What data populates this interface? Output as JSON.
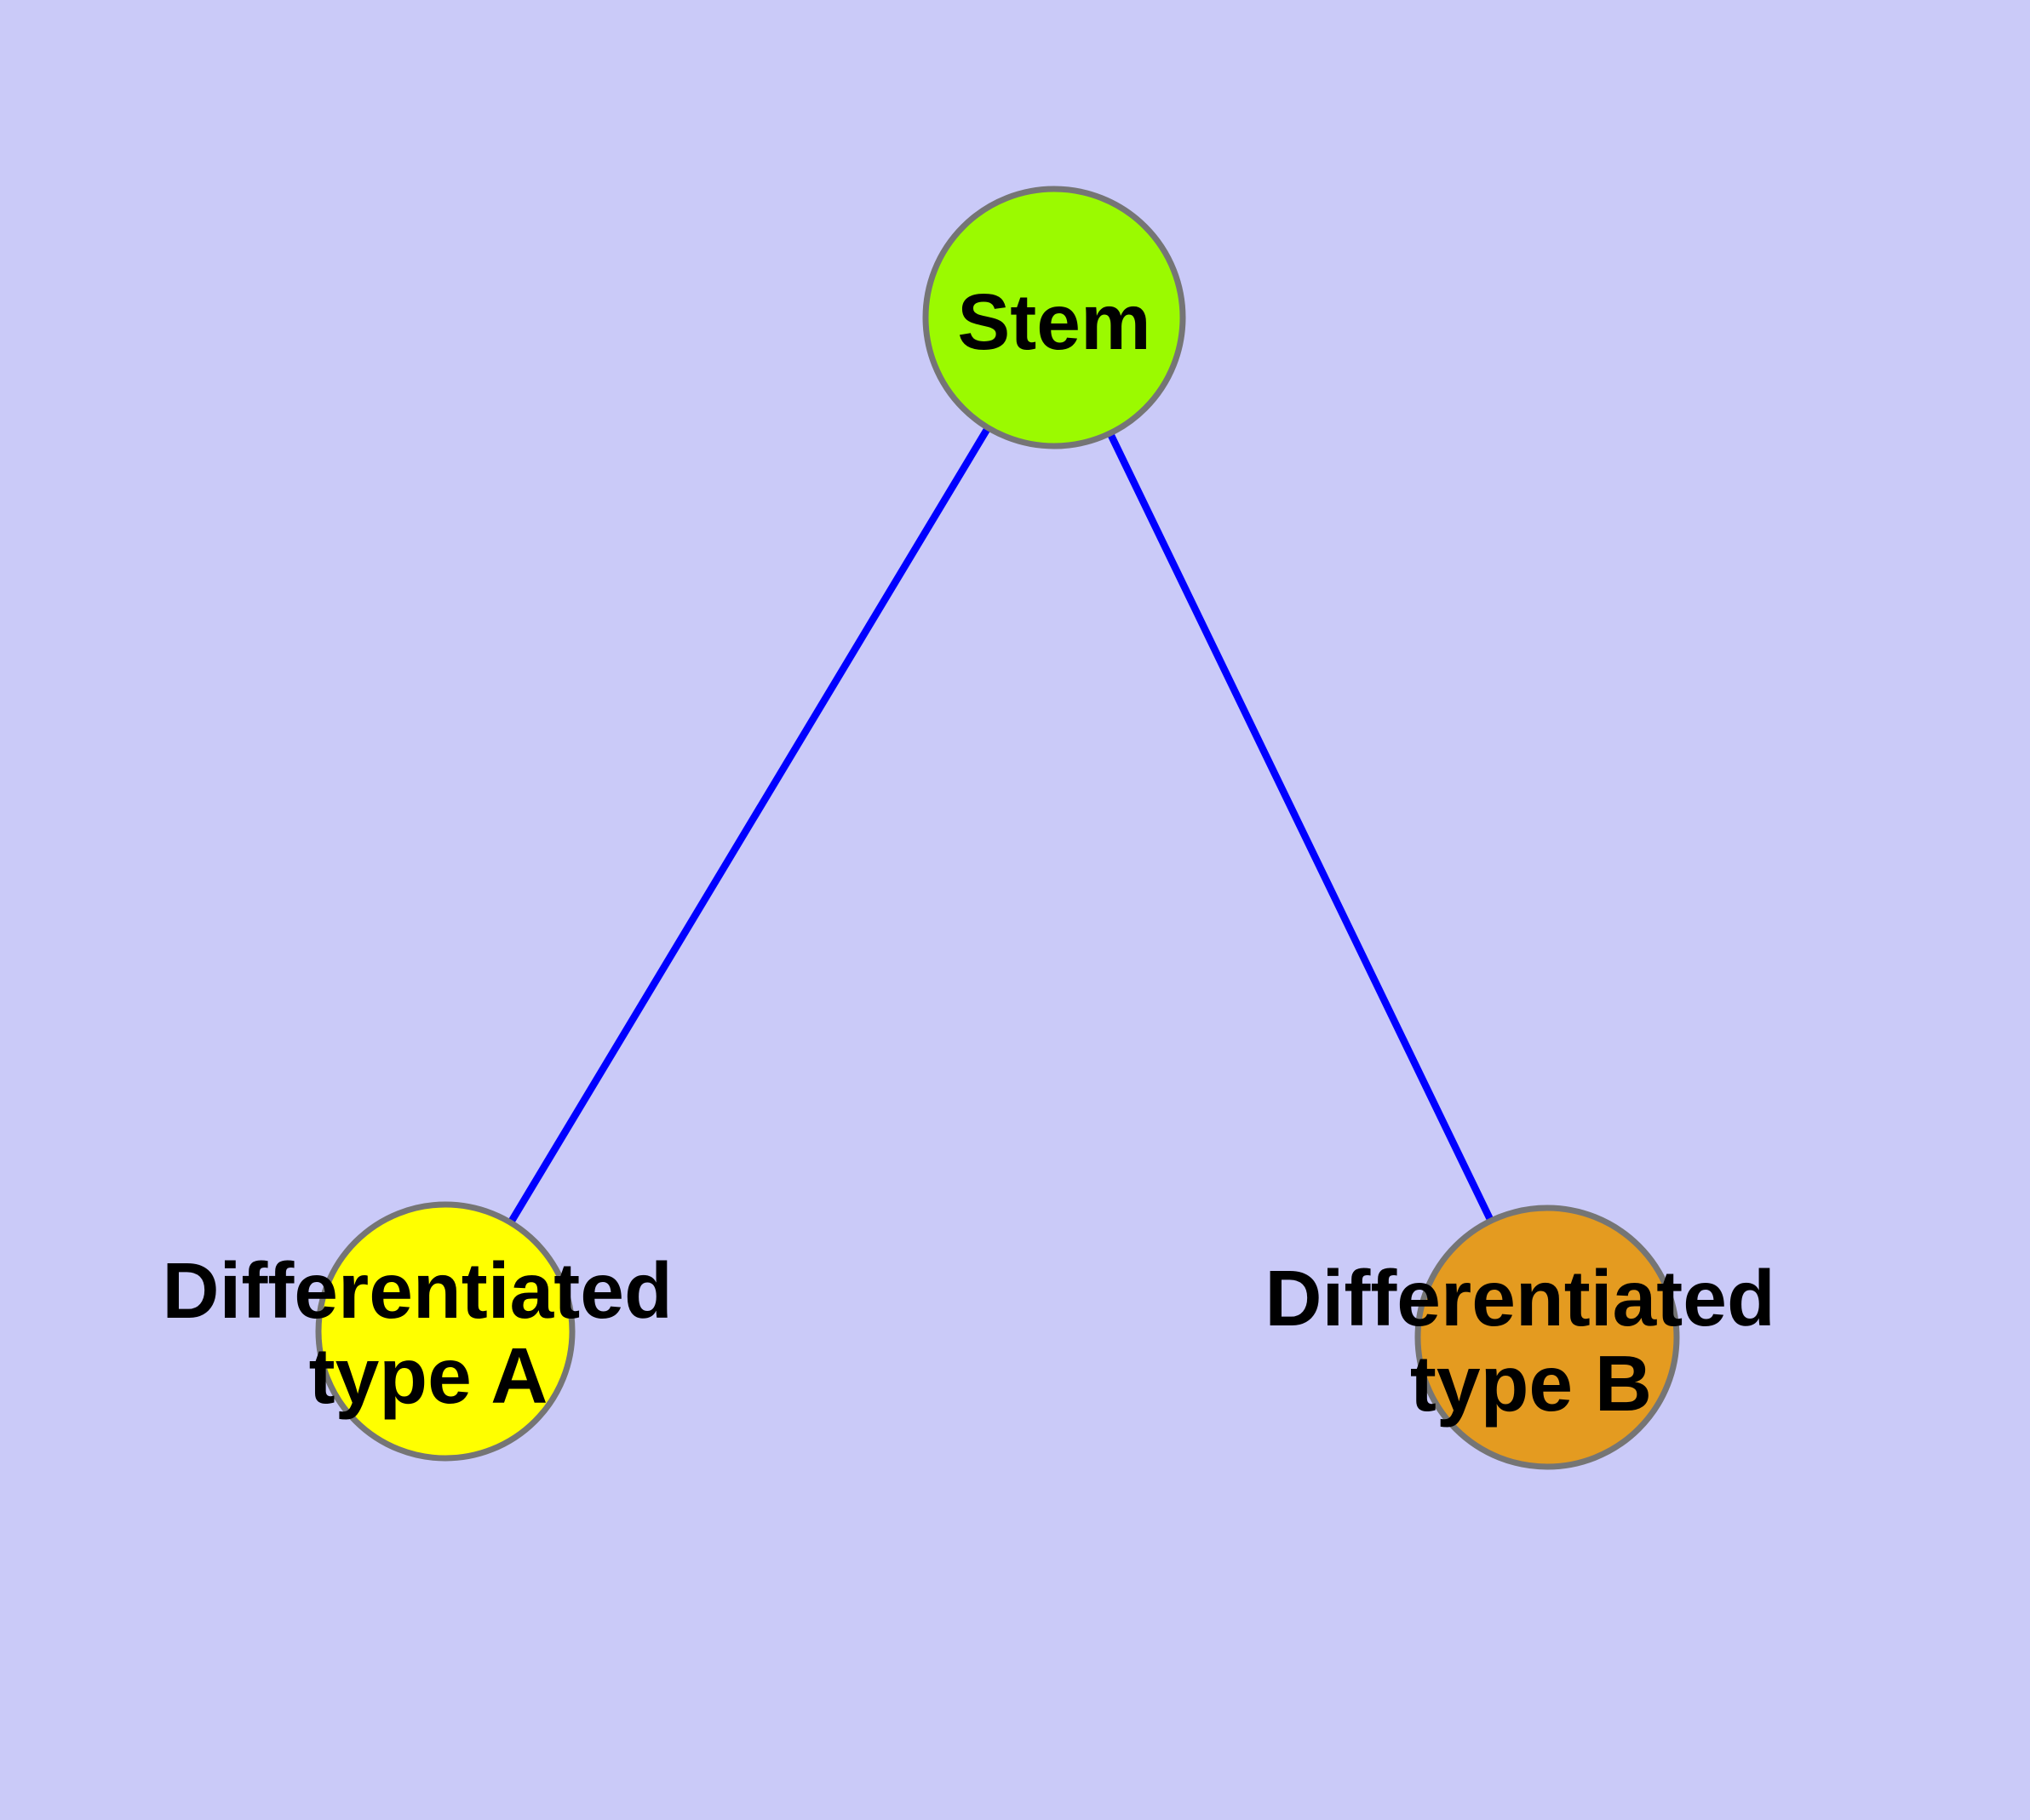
{
  "diagram": {
    "type": "graph",
    "description": "Stem cell differentiation graph with one root node and two differentiated cell type nodes connected by edges",
    "background_color": "#CACAF8",
    "edge_color": "#0000FF",
    "node_border_color": "#757575",
    "label_color": "#000000",
    "nodes": [
      {
        "id": "stem",
        "label": "Stem",
        "lines": [
          "Stem"
        ],
        "fill_color": "#9BFA00"
      },
      {
        "id": "differentiated-type-a",
        "label": "Differentiated type A",
        "lines": [
          "Differentiated",
          "type A"
        ],
        "fill_color": "#FFFF00"
      },
      {
        "id": "differentiated-type-b",
        "label": "Differentiated type B",
        "lines": [
          "Differentiated",
          "type B"
        ],
        "fill_color": "#E49B20"
      }
    ],
    "edges": [
      {
        "from": "Stem",
        "to": "Differentiated type A"
      },
      {
        "from": "Stem",
        "to": "Differentiated type B"
      }
    ]
  }
}
